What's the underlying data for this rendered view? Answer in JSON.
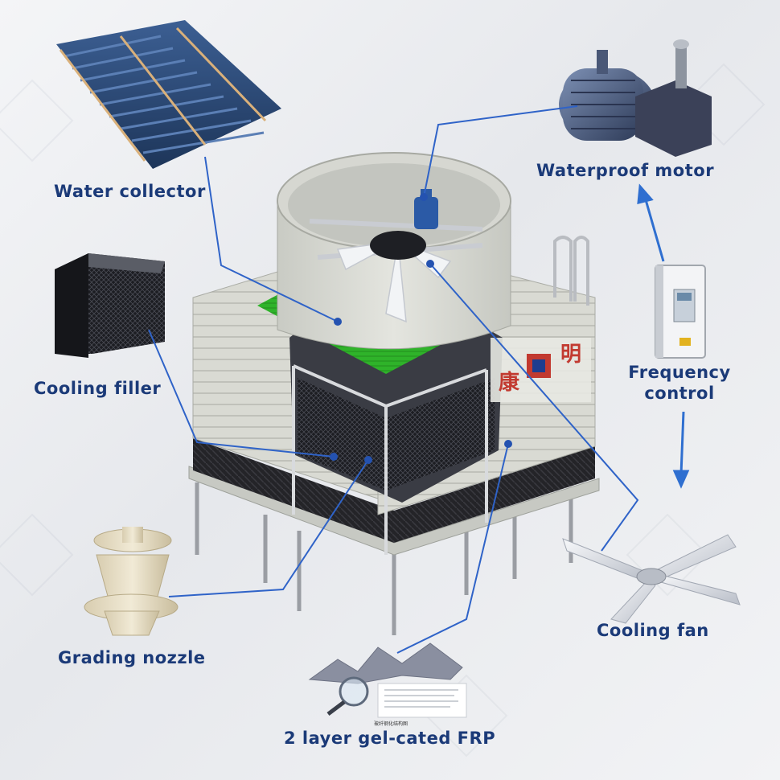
{
  "labels": {
    "water_collector": "Water collector",
    "cooling_filler": "Cooling filler",
    "grading_nozzle": "Grading nozzle",
    "waterproof_motor": "Waterproof motor",
    "frequency_control_line1": "Frequency",
    "frequency_control_line2": "control",
    "cooling_fan": "Cooling fan",
    "frp": "2 layer gel-cated FRP"
  },
  "tower_brand": [
    "康",
    "明"
  ],
  "frp_caption": "玻纤钢化结构图",
  "colors": {
    "label_text": "#1b3a78",
    "leader_line": "#2f63c8",
    "dot": "#2452b0",
    "arrow": "#2f6fd0",
    "fill_green": "#2fb32a",
    "shell": "#d9dad3",
    "brand_red": "#c23a30"
  }
}
